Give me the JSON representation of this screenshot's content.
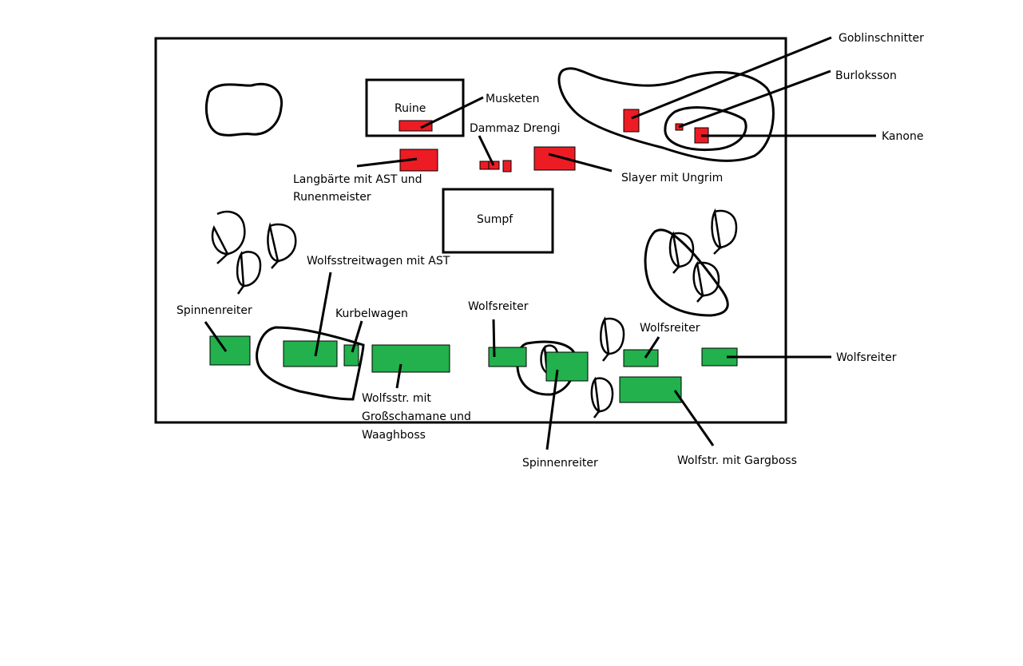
{
  "colors": {
    "dwarf_unit": "#ed1c24",
    "orc_unit": "#22b14c",
    "outline": "#000000",
    "background": "#ffffff"
  },
  "terrain": {
    "ruin": "Ruine",
    "swamp": "Sumpf"
  },
  "dwarf_units": {
    "musketeers": "Musketen",
    "dammaz_drengi": "Dammaz Drengi",
    "longbeards_line1": "Langbärte mit AST und",
    "longbeards_line2": "Runenmeister",
    "slayers": "Slayer mit Ungrim",
    "goblinschnitter": "Goblinschnitter",
    "burloksson": "Burloksson",
    "cannon": "Kanone"
  },
  "orc_units": {
    "spider_riders_left": "Spinnenreiter",
    "wolf_chariot_ast": "Wolfsstreitwagen mit AST",
    "kurbelwagen": "Kurbelwagen",
    "wolf_chariot_shaman_line1": "Wolfsstr. mit",
    "wolf_chariot_shaman_line2": "Großschamane und",
    "wolf_chariot_shaman_line3": "Waaghboss",
    "wolf_riders_1": "Wolfsreiter",
    "spider_riders_right": "Spinnenreiter",
    "wolf_riders_2": "Wolfsreiter",
    "wolf_riders_3": "Wolfsreiter",
    "wolf_chariot_gargboss": "Wolfstr. mit Gargboss"
  }
}
